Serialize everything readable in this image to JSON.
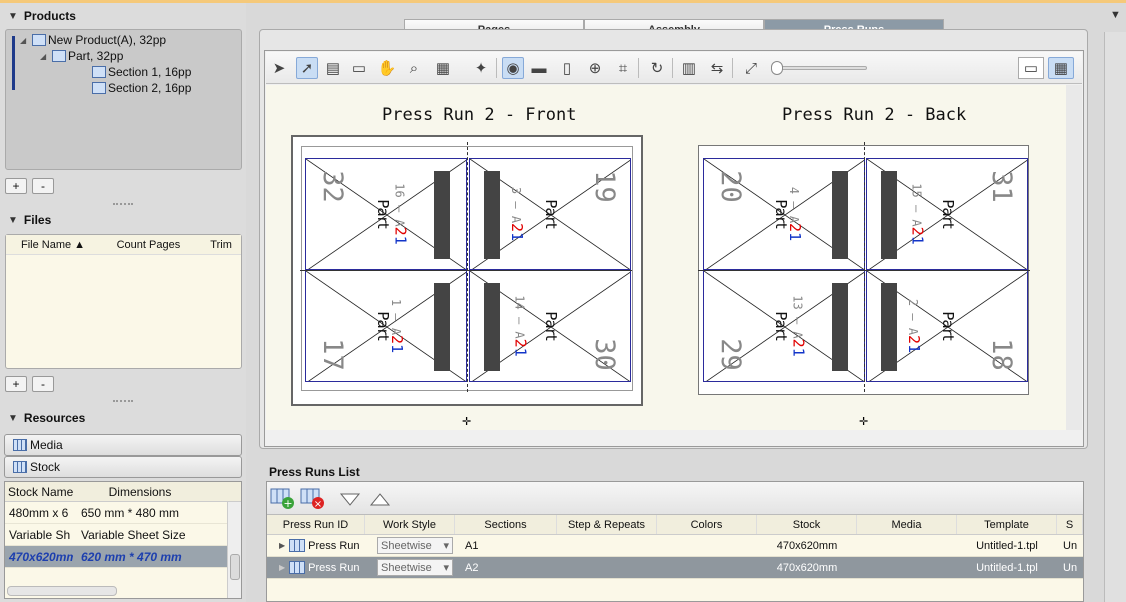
{
  "products": {
    "title": "Products",
    "tree": [
      {
        "label": "New Product(A), 32pp"
      },
      {
        "label": "Part, 32pp"
      },
      {
        "label": "Section 1, 16pp"
      },
      {
        "label": "Section 2, 16pp"
      }
    ],
    "add": "+",
    "remove": "-"
  },
  "files": {
    "title": "Files",
    "columns": [
      "File Name",
      "Count Pages",
      "Trim"
    ],
    "add": "+",
    "remove": "-"
  },
  "resources": {
    "title": "Resources",
    "media_label": "Media",
    "stock_label": "Stock",
    "stock_columns": [
      "Stock Name",
      "Dimensions"
    ],
    "stock_rows": [
      {
        "name": "480mm x 6",
        "dims": "650 mm * 480 mm"
      },
      {
        "name": "Variable Sh",
        "dims": "Variable Sheet Size"
      },
      {
        "name": "470x620mm",
        "dims": "620 mm * 470 mm"
      }
    ]
  },
  "tabs": [
    "Pages",
    "Assembly",
    "Press Runs"
  ],
  "active_tab": "Press Runs",
  "canvas": {
    "front_title": "Press Run 2 - Front",
    "back_title": "Press Run 2 - Back",
    "part_label": "Part",
    "sig_prefix": "A",
    "sig_red": "2",
    "sig_blue": "1",
    "front_pages": [
      {
        "num": "32",
        "sig": "16"
      },
      {
        "num": "19",
        "sig": "3"
      },
      {
        "num": "17",
        "sig": "1"
      },
      {
        "num": "30",
        "sig": "14"
      }
    ],
    "back_pages": [
      {
        "num": "20",
        "sig": "4"
      },
      {
        "num": "31",
        "sig": "15"
      },
      {
        "num": "29",
        "sig": "13"
      },
      {
        "num": "18",
        "sig": "2"
      }
    ]
  },
  "press_runs_list": {
    "title": "Press Runs List",
    "columns": [
      "Press Run ID",
      "Work Style",
      "Sections",
      "Step & Repeats",
      "Colors",
      "Stock",
      "Media",
      "Template",
      "S"
    ],
    "rows": [
      {
        "id": "Press Run",
        "work_style": "Sheetwise",
        "sections": "A1",
        "step_repeats": "",
        "colors": "",
        "stock": "470x620mm",
        "media": "",
        "template": "Untitled-1.tpl",
        "s": "Un"
      },
      {
        "id": "Press Run",
        "work_style": "Sheetwise",
        "sections": "A2",
        "step_repeats": "",
        "colors": "",
        "stock": "470x620mm",
        "media": "",
        "template": "Untitled-1.tpl",
        "s": "Un"
      }
    ]
  },
  "colors": {
    "selected_row": "#8f979e",
    "active_tab": "#8c9aa6",
    "tree_accent": "#1e3a8a",
    "sig_red": "#e00000",
    "sig_blue": "#1234c8"
  }
}
